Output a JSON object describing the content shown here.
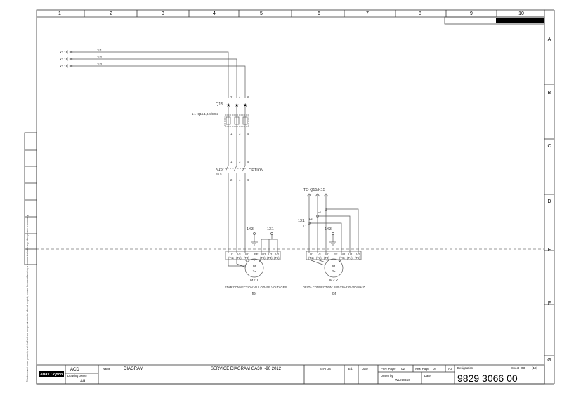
{
  "grid": {
    "columns": [
      "1",
      "2",
      "3",
      "4",
      "5",
      "6",
      "7",
      "8",
      "9",
      "10"
    ],
    "rows": [
      "A",
      "B",
      "C",
      "D",
      "E",
      "F",
      "G"
    ]
  },
  "inputs": [
    {
      "tag": "X2.1B",
      "wire": "1L1"
    },
    {
      "tag": "X2.1B",
      "wire": "1L2"
    },
    {
      "tag": "X2.1B",
      "wire": "1L3"
    }
  ],
  "q15": {
    "tag": "Q15",
    "top_pins": [
      "2",
      "4",
      "6"
    ],
    "bottom_pins": [
      "1",
      "3",
      "5"
    ],
    "ref": "1.1  -Q15.1,3.4  /B9.2"
  },
  "k15": {
    "tag": "K15",
    "ref": "B6.5",
    "top_pins": [
      "1",
      "3",
      "5"
    ],
    "bottom_pins": [
      "2",
      "4",
      "6"
    ],
    "option": "OPTION"
  },
  "motor1": {
    "terminals": [
      "U1\n(T1)",
      "V1\n(T2)",
      "W1\n(T3)",
      "PE",
      "W2\n(T6)",
      "U2\n(T4)",
      "V2\n(T5)"
    ],
    "terminal_labels": [
      "U1",
      "V1",
      "W1",
      "PE",
      "W2",
      "U2",
      "V2"
    ],
    "terminal_sub": [
      "(T1)",
      "(T2)",
      "(T3)",
      "",
      "(T6)",
      "(T4)",
      "(T5)"
    ],
    "symbol": "M",
    "phase": "3~",
    "name": "M2.1",
    "caption": "STAR CONNECTION: ALL OTHER VOLTAGES",
    "note": "[B]",
    "tb1": "1X3",
    "tb2": "1X1"
  },
  "motor2": {
    "terminal_labels": [
      "U1",
      "V1",
      "W1",
      "PE",
      "W2",
      "U2",
      "V2"
    ],
    "terminal_sub": [
      "(T1)",
      "(T2)",
      "(T3)",
      "",
      "(T6)",
      "(T4)",
      "(T5)"
    ],
    "symbol": "M",
    "phase": "3~",
    "name": "M2.2",
    "caption": "DELTA CONNECTION: 200-220-230V 50/60HZ",
    "note": "[B]",
    "to_label": "TO Q15/K15",
    "tb1": "1X1",
    "tb2": "1X3",
    "links": [
      "L1",
      "L2",
      "L3"
    ]
  },
  "left_notice": "This document is our property and shall without our permission be altered, copied, or used for manufacturing or communicated to any other person or company.",
  "titleblock": {
    "brand": "Atlas Copco",
    "acd": "ACD",
    "owner_label": "Drawing owner",
    "owner": "AII",
    "name_label": "Name",
    "name": "DIAGRAM",
    "title": "SERVICE DIAGRAM GA30+-90 2012",
    "status_label": "STATUS",
    "ed_label": "Ed.",
    "date_label": "Date",
    "prev_label": "Prev. Page",
    "prev": "02",
    "next_label": "Next Page",
    "next": "04",
    "size": "A3",
    "drawn_label": "Drawn by",
    "drawn": "WUX0650",
    "date2_label": "Date",
    "designation_label": "Designation",
    "sheet_label": "Sheet",
    "sheet": "03",
    "sheets": "(19)",
    "number": "9829 3066 00"
  },
  "colors": {
    "line": "#555555",
    "frame": "#333333",
    "black": "#000000"
  }
}
